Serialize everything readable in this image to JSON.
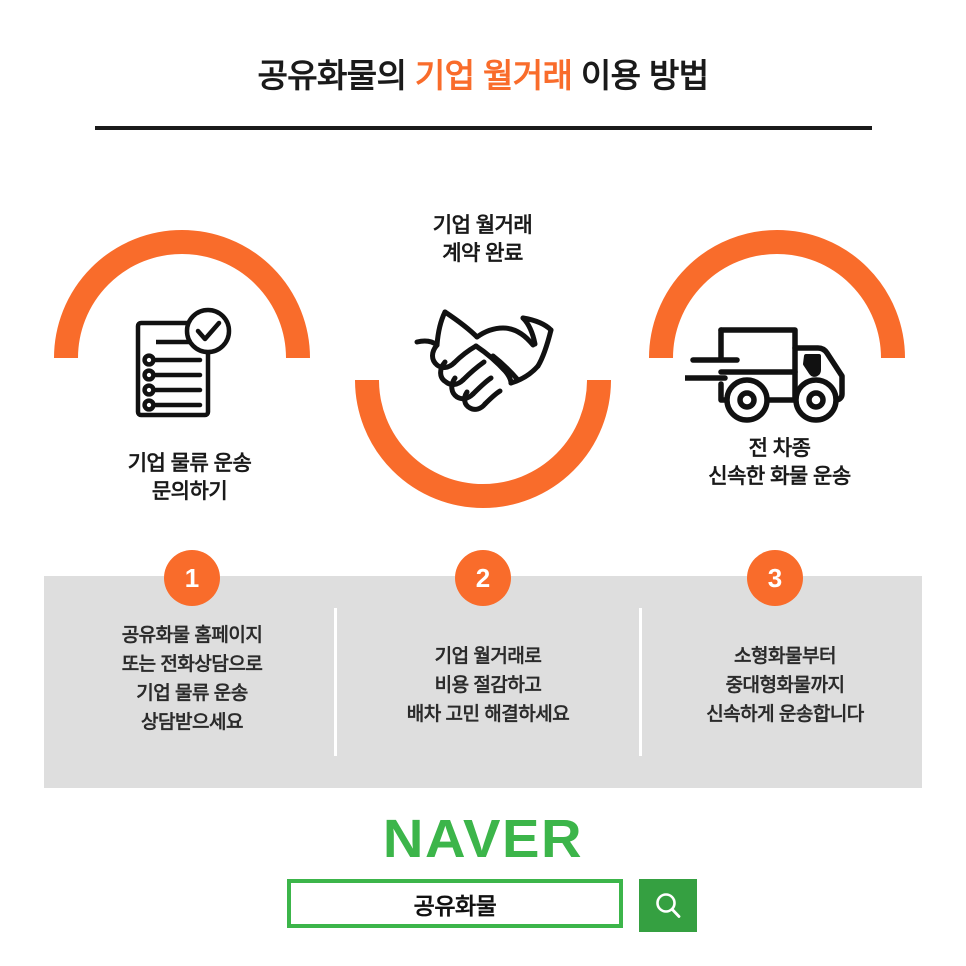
{
  "header": {
    "title_before": "공유화물의 ",
    "title_accent": "기업 월거래",
    "title_after": " 이용 방법",
    "accent_color": "#F96C2B",
    "rule": "divider-rule"
  },
  "flow": {
    "columns": [
      {
        "id": "inquiry",
        "label": "기업 물류 운송\n문의하기",
        "icon": "clipboard-check-icon",
        "arc": "arc-top",
        "arc_color": "#F96C2B"
      },
      {
        "id": "contract",
        "label": "기업 월거래\n계약 완료",
        "icon": "handshake-icon",
        "arc": "arc-bottom",
        "arc_color": "#F96C2B"
      },
      {
        "id": "delivery",
        "label": "전 차종\n신속한 화물 운송",
        "icon": "delivery-truck-icon",
        "arc": "arc-top",
        "arc_color": "#F96C2B"
      }
    ]
  },
  "steps": {
    "panel_color": "#dedede",
    "items": [
      {
        "number": "1",
        "text": "공유화물 홈페이지\n또는 전화상담으로\n기업 물류 운송\n상담받으세요"
      },
      {
        "number": "2",
        "text": "기업 월거래로\n비용 절감하고\n배차 고민 해결하세요"
      },
      {
        "number": "3",
        "text": "소형화물부터\n중대형화물까지\n신속하게 운송합니다"
      }
    ]
  },
  "search": {
    "brand": "NAVER",
    "brand_color": "#3CB54A",
    "query": "공유화물",
    "button_icon": "search-icon",
    "button_color": "#35A041"
  }
}
